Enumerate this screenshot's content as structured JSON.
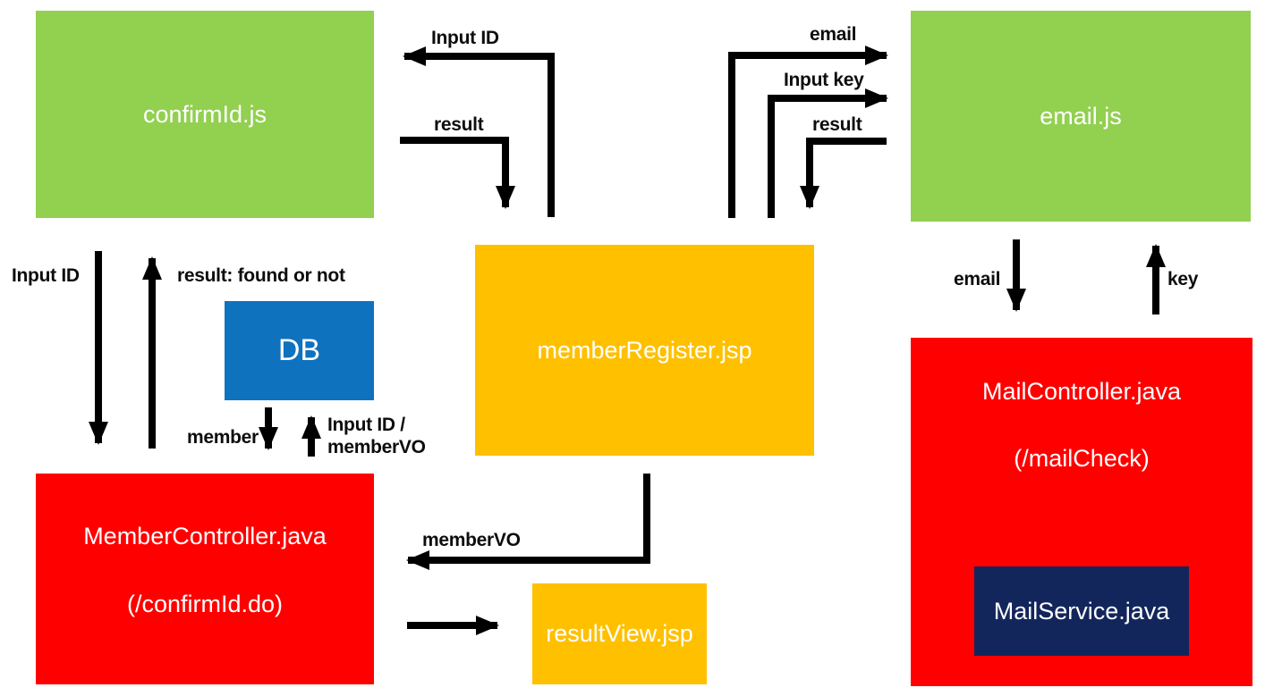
{
  "diagram_type": "architecture-flow",
  "colors": {
    "green": "#92D050",
    "yellow": "#FFC000",
    "red": "#FF0000",
    "blue": "#0F72BE",
    "navy": "#13265C",
    "arrow": "#000000",
    "node_text": "#FFFFFF",
    "label_text": "#0D0D0D"
  },
  "nodes": {
    "confirmid": {
      "label": "confirmId.js"
    },
    "emailjs": {
      "label": "email.js"
    },
    "memberregister": {
      "label": "memberRegister.jsp"
    },
    "db": {
      "label": "DB"
    },
    "membercontroller": {
      "label": "MemberController.java",
      "sublabel": "(/confirmId.do)"
    },
    "resultview": {
      "label": "resultView.jsp"
    },
    "mailcontroller": {
      "label": "MailController.java",
      "sublabel": "(/mailCheck)"
    },
    "mailservice": {
      "label": "MailService.java"
    }
  },
  "arrow_labels": {
    "input_id_top": "Input ID",
    "result_top_left": "result",
    "email_top": "email",
    "input_key": "Input key",
    "result_top_right": "result",
    "input_id_left": "Input ID",
    "result_found": "result: found or not",
    "member": "member",
    "input_id_membervo_line1": "Input ID /",
    "input_id_membervo_line2": "memberVO",
    "email_right": "email",
    "key_right": "key",
    "membervo": "memberVO"
  }
}
